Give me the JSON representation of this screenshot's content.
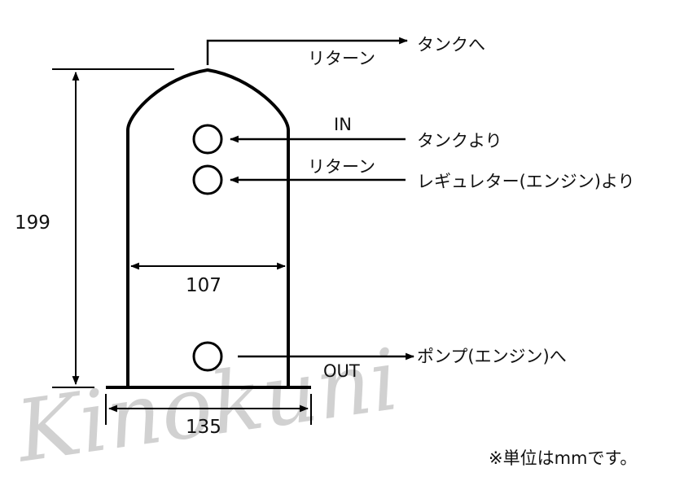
{
  "watermark": "Kinokuni",
  "dimensions": {
    "height": "199",
    "inner_width": "107",
    "base_width": "135"
  },
  "ports": {
    "return_top": {
      "label": "リターン",
      "destination": "タンクへ"
    },
    "in": {
      "label": "IN",
      "source": "タンクより"
    },
    "return": {
      "label": "リターン",
      "source": "レギュレター(エンジン)より"
    },
    "out": {
      "label": "OUT",
      "destination": "ポンプ(エンジン)へ"
    }
  },
  "note": "※単位はmmです。",
  "colors": {
    "line": "#000000",
    "watermark": "#c9c9c9"
  }
}
